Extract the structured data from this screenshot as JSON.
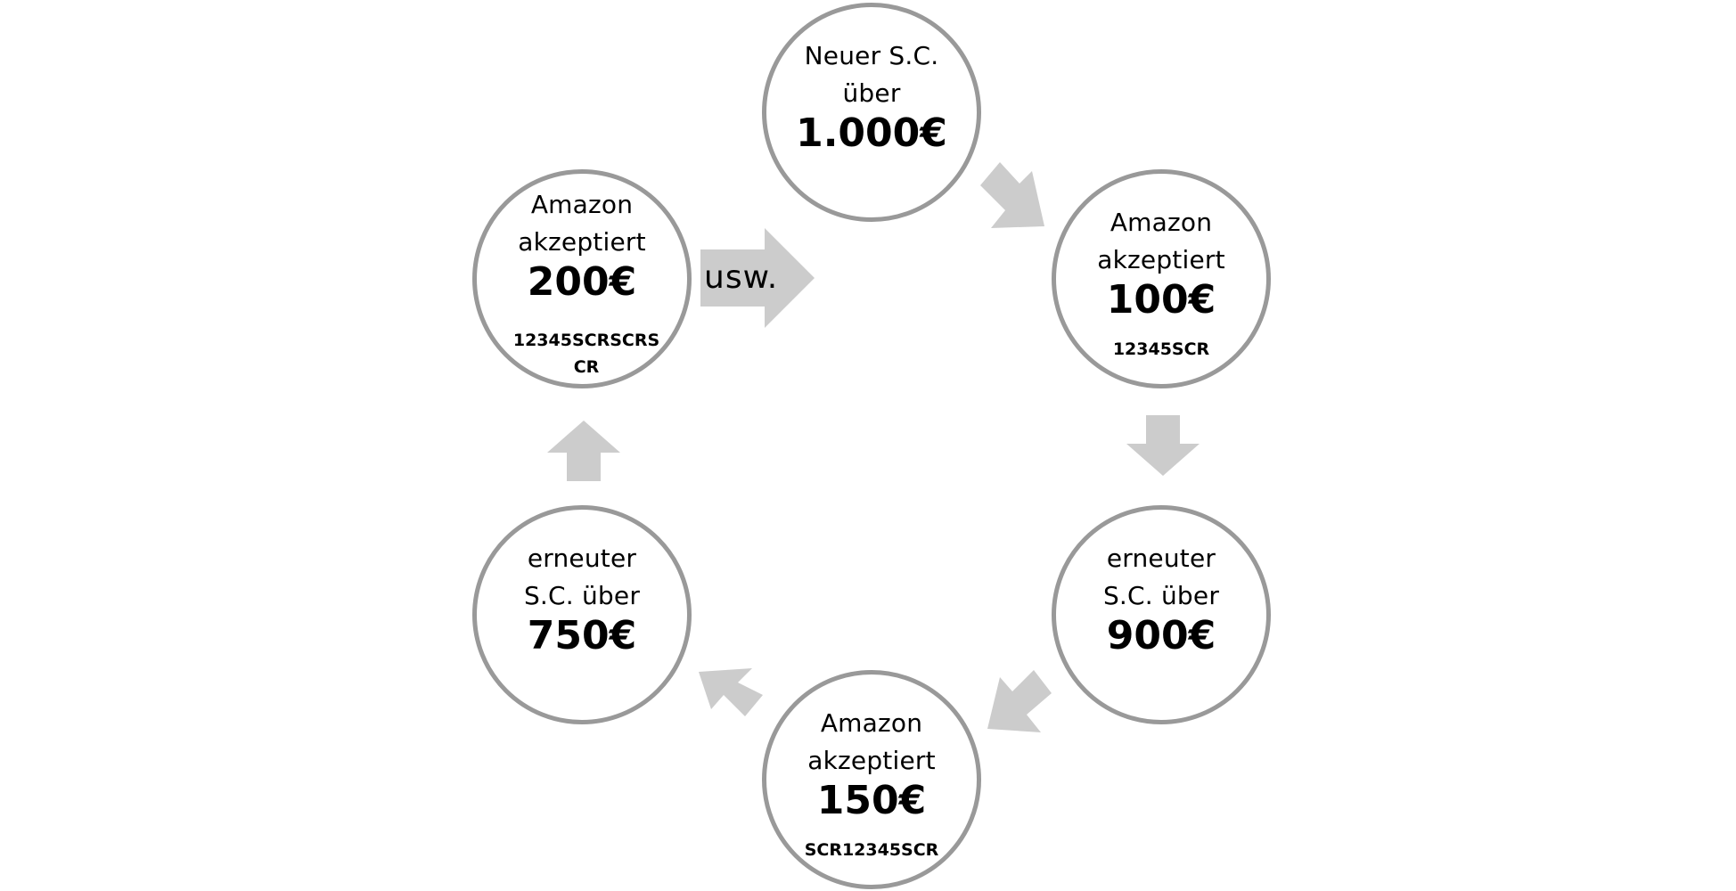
{
  "colors": {
    "circle_border": "#999999",
    "arrow_fill": "#cccccc",
    "text": "#000000",
    "background": "#ffffff"
  },
  "nodes": [
    {
      "id": "new-sc-1000",
      "line1": "Neuer S.C.",
      "line2": "über",
      "amount": "1.000€",
      "code": ""
    },
    {
      "id": "amazon-100",
      "line1": "Amazon",
      "line2": "akzeptiert",
      "amount": "100€",
      "code": "12345SCR"
    },
    {
      "id": "renewed-sc-900",
      "line1": "erneuter",
      "line2": "S.C. über",
      "amount": "900€",
      "code": ""
    },
    {
      "id": "amazon-150",
      "line1": "Amazon",
      "line2": "akzeptiert",
      "amount": "150€",
      "code": "SCR12345SCR"
    },
    {
      "id": "renewed-sc-750",
      "line1": "erneuter",
      "line2": "S.C. über",
      "amount": "750€",
      "code": ""
    },
    {
      "id": "amazon-200",
      "line1": "Amazon",
      "line2": "akzeptiert",
      "amount": "200€",
      "code": "12345SCRSCRSCR"
    }
  ],
  "continuation_label": "usw.",
  "arrows": [
    {
      "from": "new-sc-1000",
      "to": "amazon-100",
      "icon": "arrow-down-right-icon"
    },
    {
      "from": "amazon-100",
      "to": "renewed-sc-900",
      "icon": "arrow-down-icon"
    },
    {
      "from": "renewed-sc-900",
      "to": "amazon-150",
      "icon": "arrow-down-left-icon"
    },
    {
      "from": "amazon-150",
      "to": "renewed-sc-750",
      "icon": "arrow-up-left-icon"
    },
    {
      "from": "renewed-sc-750",
      "to": "amazon-200",
      "icon": "arrow-up-icon"
    },
    {
      "from": "amazon-200",
      "to": "continuation",
      "icon": "arrow-right-icon"
    }
  ]
}
